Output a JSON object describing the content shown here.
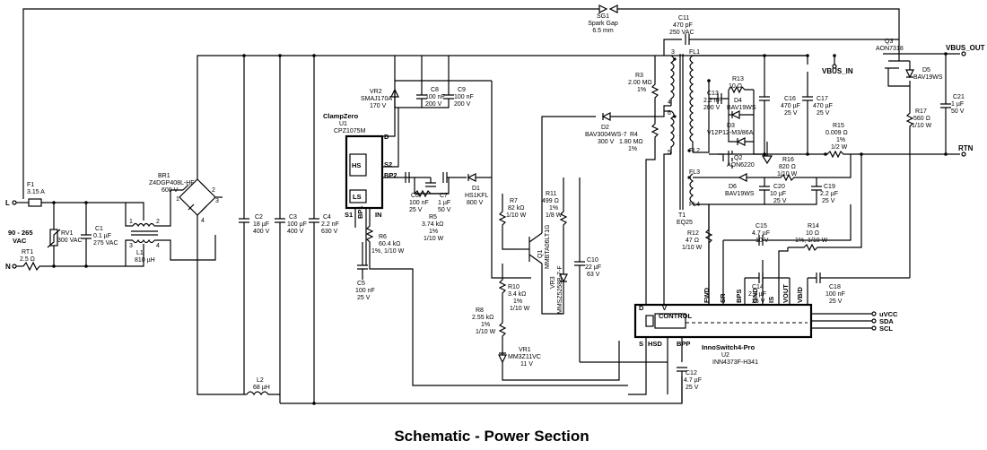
{
  "title": "Schematic - Power Section",
  "nets": {
    "L": "L",
    "N": "N",
    "vin": "90 - 265",
    "vin_unit": "VAC",
    "vbus_out": "VBUS_OUT",
    "vbus_in": "VBUS_IN",
    "rtn": "RTN",
    "uvcc": "uVCC",
    "sda": "SDA",
    "scl": "SCL"
  },
  "components": {
    "sg1": [
      "SG1",
      "Spark Gap",
      "6.5 mm"
    ],
    "f1": [
      "F1",
      "3.15 A"
    ],
    "rv1": [
      "RV1",
      "300 VAC"
    ],
    "rt1": [
      "RT1",
      "2.5 Ω"
    ],
    "c1": [
      "C1",
      "0.1 µF",
      "275 VAC"
    ],
    "l1": [
      "L1",
      "810 µH"
    ],
    "br1": [
      "BR1",
      "Z4DGP408L-HF",
      "600 V"
    ],
    "c2": [
      "C2",
      "18 µF",
      "400 V"
    ],
    "c3": [
      "C3",
      "100 µF",
      "400 V"
    ],
    "c4": [
      "C4",
      "2.2 nF",
      "630 V"
    ],
    "l2": [
      "L2",
      "68 µH"
    ],
    "clampzero": [
      "ClampZero",
      "U1",
      "CPZ1075M"
    ],
    "vr2": [
      "VR2",
      "SMAJ170A",
      "170 V"
    ],
    "c8": [
      "C8",
      "100 nF",
      "200 V"
    ],
    "c9": [
      "C9",
      "100 nF",
      "200 V"
    ],
    "c6": [
      "C6",
      "100 nF",
      "25 V"
    ],
    "c7": [
      "C7",
      "1 µF",
      "50 V"
    ],
    "d1": [
      "D1",
      "HS1KFL",
      "800 V"
    ],
    "r5": [
      "R5",
      "3.74 kΩ",
      "1%",
      "1/10 W"
    ],
    "r6": [
      "R6",
      "60.4 kΩ",
      "1%, 1/10 W"
    ],
    "c5": [
      "C5",
      "100 nF",
      "25 V"
    ],
    "r7": [
      "R7",
      "82 kΩ",
      "1/10 W"
    ],
    "r11": [
      "R11",
      "499 Ω",
      "1%",
      "1/8 W"
    ],
    "q1": [
      "Q1",
      "MMBTA06LT1G"
    ],
    "vr3": [
      "VR3",
      "MMSZ5258B-7-F"
    ],
    "c10": [
      "C10",
      "22 µF",
      "63 V"
    ],
    "r10": [
      "R10",
      "3.4 kΩ",
      "1%",
      "1/10 W"
    ],
    "r8": [
      "R8",
      "2.55 kΩ",
      "1%",
      "1/10 W"
    ],
    "vr1": [
      "VR1",
      "MM3Z11VC",
      "11 V"
    ],
    "d2": [
      "D2",
      "BAV3004WS-7",
      "300 V"
    ],
    "r3": [
      "R3",
      "2.00 MΩ",
      "1%"
    ],
    "r4": [
      "R4",
      "1.80 MΩ",
      "1%"
    ],
    "c11": [
      "C11",
      "470 pF",
      "250 VAC"
    ],
    "t1": [
      "T1",
      "EQ25"
    ],
    "fl1": "FL1",
    "fl2": "FL2",
    "fl3": "FL3",
    "fl4": "FL4",
    "r13": [
      "R13",
      "10 Ω"
    ],
    "c13": [
      "C13",
      "2.2 nF",
      "200 V"
    ],
    "d4": [
      "D4",
      "BAV19WS"
    ],
    "d3": [
      "D3",
      "V12P12-M3/86A"
    ],
    "c16": [
      "C16",
      "470 µF",
      "25 V"
    ],
    "c17": [
      "C17",
      "470 µF",
      "25 V"
    ],
    "r15": [
      "R15",
      "0.009 Ω",
      "1%",
      "1/2 W"
    ],
    "q2": [
      "Q2",
      "AON6220"
    ],
    "r16": [
      "R16",
      "820 Ω",
      "1/10 W"
    ],
    "d6": [
      "D6",
      "BAV19WS"
    ],
    "c20": [
      "C20",
      "10 µF",
      "25 V"
    ],
    "c19": [
      "C19",
      "2.2 µF",
      "25 V"
    ],
    "q3": [
      "Q3",
      "AON7318"
    ],
    "d5": [
      "D5",
      "BAV19WS"
    ],
    "r17": [
      "R17",
      "560 Ω",
      "1/10 W"
    ],
    "c21": [
      "C21",
      "1 µF",
      "50 V"
    ],
    "r12": [
      "R12",
      "47 Ω",
      "1/10 W"
    ],
    "c15": [
      "C15",
      "4.7 µF",
      "10 V"
    ],
    "r14": [
      "R14",
      "10 Ω",
      "1%, 1/10 W"
    ],
    "c14": [
      "C14",
      "2.2 µF",
      "25 V"
    ],
    "c18": [
      "C18",
      "100 nF",
      "25 V"
    ],
    "c12": [
      "C12",
      "4.7 µF",
      "25 V"
    ],
    "u2": [
      "InnoSwitch4-Pro",
      "U2",
      "INN4373F-H341"
    ]
  },
  "pins": {
    "u1": [
      "D",
      "HS",
      "S2",
      "BP2",
      "LS",
      "S1",
      "BP1",
      "IN"
    ],
    "u2_top": [
      "FWD",
      "SR",
      "BPS",
      "GND",
      "IS",
      "VOUT",
      "VB/D"
    ],
    "u2_other": [
      "D",
      "V",
      "CONTROL",
      "S",
      "HSD",
      "BPP"
    ],
    "t1": [
      "3",
      "4",
      "6",
      "5",
      "FL1",
      "FL2",
      "FL3",
      "FL4"
    ],
    "br1": [
      "1",
      "2",
      "3",
      "4"
    ],
    "l1": [
      "1",
      "2",
      "3",
      "4"
    ]
  }
}
